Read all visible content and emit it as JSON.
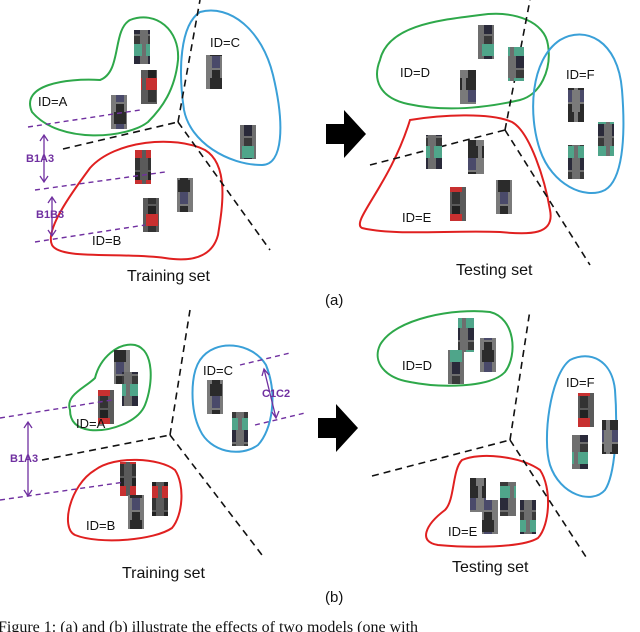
{
  "colors": {
    "green": "#2ea84a",
    "red": "#e02020",
    "blue": "#3aa0d8",
    "purple": "#7030a0",
    "boundary": "#111111"
  },
  "panel_a": {
    "training": {
      "set_label": "Training set",
      "id_a": "ID=A",
      "id_b": "ID=B",
      "id_c": "ID=C"
    },
    "testing": {
      "set_label": "Testing set",
      "id_d": "ID=D",
      "id_e": "ID=E",
      "id_f": "ID=F"
    },
    "distances": {
      "b1a3": "B1A3",
      "b1b3": "B1B3"
    },
    "sub_label": "(a)"
  },
  "panel_b": {
    "training": {
      "set_label": "Training set",
      "id_a": "ID=A",
      "id_b": "ID=B",
      "id_c": "ID=C"
    },
    "testing": {
      "set_label": "Testing set",
      "id_d": "ID=D",
      "id_e": "ID=E",
      "id_f": "ID=F"
    },
    "distances": {
      "b1a3": "B1A3",
      "c1c2": "C1C2"
    },
    "sub_label": "(b)"
  },
  "caption": "Figure 1: (a) and (b) illustrate the effects of two models (one with"
}
